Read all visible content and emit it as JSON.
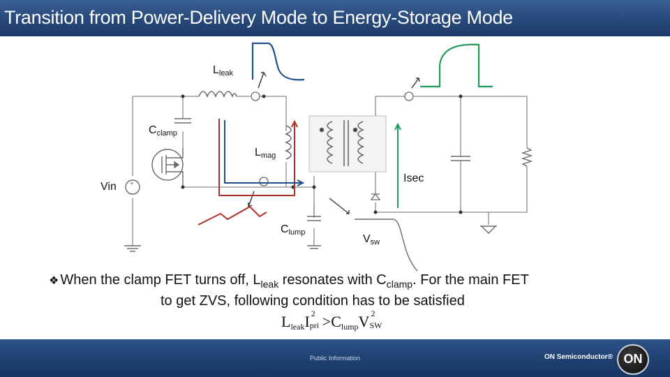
{
  "slide": {
    "title": "Transition from Power-Delivery Mode to Energy-Storage Mode"
  },
  "diagram": {
    "labels": {
      "lleak_main": "L",
      "lleak_sub": "leak",
      "cclamp_main": "C",
      "cclamp_sub": "clamp",
      "lmag_main": "L",
      "lmag_sub": "mag",
      "vin": "Vin",
      "isec": "Isec",
      "clump_main": "C",
      "clump_sub": "lump",
      "vsw_main": "V",
      "vsw_sub": "sw"
    },
    "colors": {
      "wire": "#8a8a8a",
      "primary_current": "#1f4e8c",
      "clamp_current": "#b0302a",
      "secondary_current": "#1e9a5a"
    }
  },
  "text": {
    "bullet_a": "When the clamp FET turns off, L",
    "bullet_a_sub1": "leak",
    "bullet_a_mid": " resonates with C",
    "bullet_a_sub2": "clamp",
    "bullet_a_end": ". For the main FET",
    "bullet_b": "to get ZVS, following condition has to be satisfied",
    "eq_l": "L",
    "eq_l_sub": "leak",
    "eq_i": "I",
    "eq_i_sup": "2",
    "eq_i_sub": "pri",
    "eq_gt": ">C",
    "eq_c_sub": "lump",
    "eq_v": "V",
    "eq_v_sup": "2",
    "eq_v_sub": "SW"
  },
  "footer": {
    "center": "Public Information",
    "brand": "ON Semiconductor®",
    "logo": "ON"
  }
}
